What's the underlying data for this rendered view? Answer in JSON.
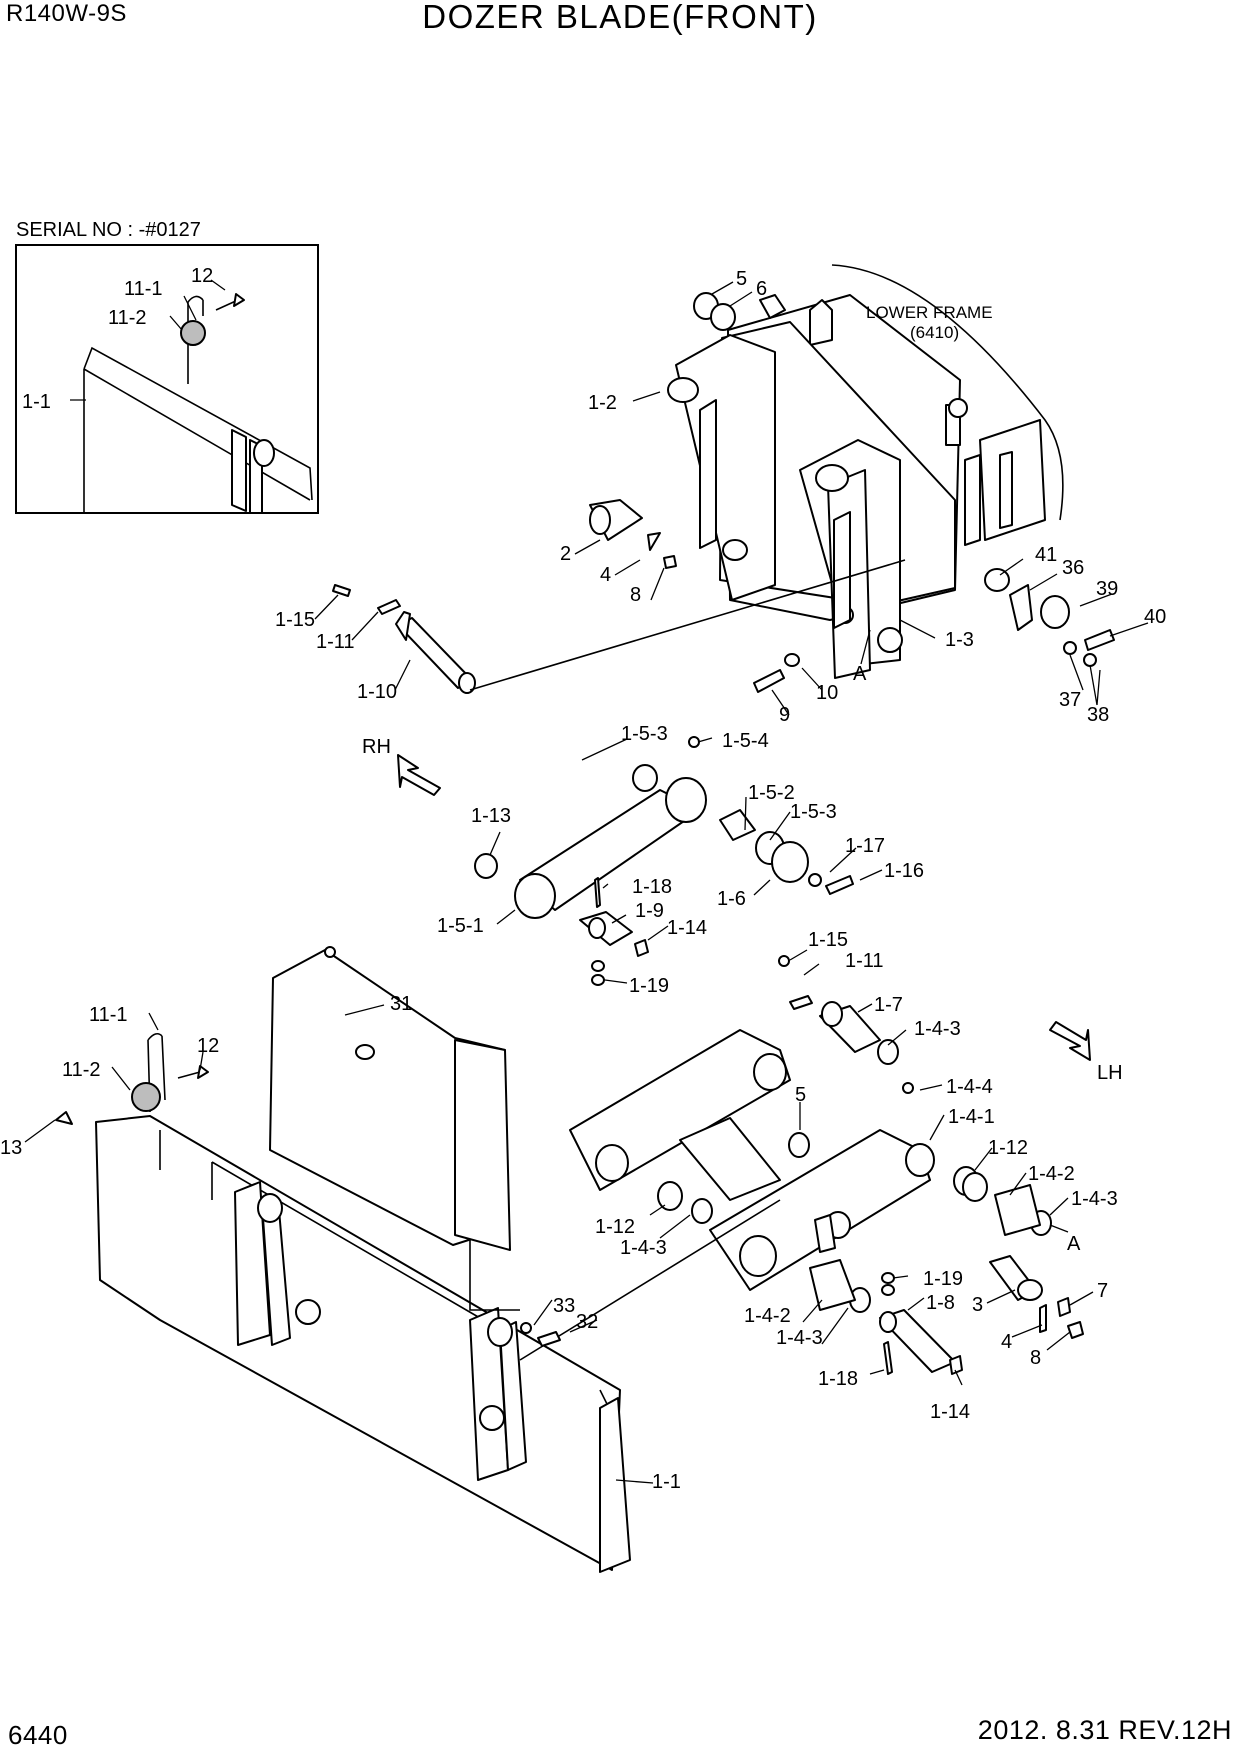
{
  "header": {
    "model": "R140W-9S",
    "title": "DOZER BLADE(FRONT)"
  },
  "inset": {
    "serial": "SERIAL NO : -#0127"
  },
  "notes": {
    "lower_frame": "LOWER FRAME",
    "lower_frame_ref": "(6410)",
    "rh": "RH",
    "lh": "LH"
  },
  "labels": {
    "c12": "12",
    "c11_1": "11-1",
    "c11_2": "11-2",
    "c1_1": "1-1",
    "l5a": "5",
    "l6": "6",
    "l1_2": "1-2",
    "l2": "2",
    "l4a": "4",
    "l8a": "8",
    "l41": "41",
    "l36": "36",
    "l39": "39",
    "l40": "40",
    "l1_3": "1-3",
    "lA1": "A",
    "l37": "37",
    "l38": "38",
    "l9": "9",
    "l10": "10",
    "l1_15a": "1-15",
    "l1_11a": "1-11",
    "l1_10": "1-10",
    "l1_5_3a": "1-5-3",
    "l1_5_4": "1-5-4",
    "l1_5_2": "1-5-2",
    "l1_5_3b": "1-5-3",
    "l1_17": "1-17",
    "l1_16": "1-16",
    "l1_6": "1-6",
    "l1_13": "1-13",
    "l1_18a": "1-18",
    "l1_9": "1-9",
    "l1_14a": "1-14",
    "l1_5_1": "1-5-1",
    "l1_19a": "1-19",
    "l1_15b": "1-15",
    "l1_11b": "1-11",
    "l1_7": "1-7",
    "l1_4_3a": "1-4-3",
    "l1_4_4": "1-4-4",
    "l31": "31",
    "l11_1": "11-1",
    "l12": "12",
    "l11_2": "11-2",
    "l13": "13",
    "l5b": "5",
    "l1_4_1": "1-4-1",
    "l1_12a": "1-12",
    "l1_4_2a": "1-4-2",
    "l1_4_3b": "1-4-3",
    "lA2": "A",
    "l1_12b": "1-12",
    "l1_4_3c": "1-4-3",
    "l1_19b": "1-19",
    "l1_8": "1-8",
    "l3": "3",
    "l7": "7",
    "l4b": "4",
    "l8b": "8",
    "l1_4_2b": "1-4-2",
    "l1_4_3d": "1-4-3",
    "l33": "33",
    "l32": "32",
    "l1_18b": "1-18",
    "l1_14b": "1-14",
    "l1_1": "1-1"
  },
  "footer": {
    "page": "6440",
    "revision": "2012. 8.31  REV.12H"
  }
}
